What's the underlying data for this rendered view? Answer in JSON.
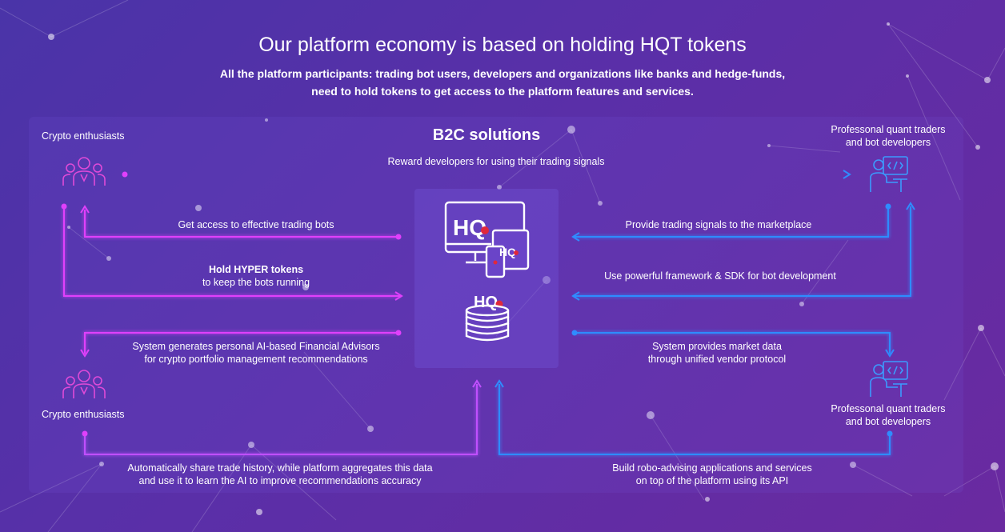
{
  "header": {
    "title": "Our platform economy is based on holding HQT tokens",
    "subtitle_line1": "All the platform participants: trading bot users, developers and organizations like banks and hedge-funds,",
    "subtitle_line2": "need to hold tokens to get access to the platform features and services."
  },
  "diagram": {
    "title": "B2C solutions",
    "roles": {
      "top_left": "Crypto enthusiasts",
      "bottom_left": "Crypto enthusiasts",
      "top_right_line1": "Professonal quant traders",
      "top_right_line2": "and bot developers",
      "bottom_right_line1": "Professonal quant traders",
      "bottom_right_line2": "and bot developers"
    },
    "flows": {
      "reward": "Reward developers for using their trading signals",
      "access": "Get access to effective trading bots",
      "hold_line1": "Hold HYPER tokens",
      "hold_line2": "to keep the bots running",
      "advisors_line1": "System generates personal AI-based Financial Advisors",
      "advisors_line2": "for crypto portfolio management recommendations",
      "signals": "Provide trading signals to the marketplace",
      "framework": "Use powerful framework & SDK for bot development",
      "market_line1": "System provides market data",
      "market_line2": "through unified vendor protocol",
      "share_line1": "Automatically share trade history, while platform aggregates this data",
      "share_line2": "and use it to learn the AI to improve recommendations accuracy",
      "robo_line1": "Build robo-advising applications and services",
      "robo_line2": "on top of the platform using its API"
    },
    "logo_text": "HQ",
    "icons": {
      "people": "users-group-icon",
      "developer": "developer-at-computer-icon",
      "devices": "devices-icon",
      "tokens": "coin-stack-icon"
    },
    "colors": {
      "magenta": "#e040fb",
      "blue": "#2f8cff",
      "violet": "#9c5cff",
      "logo_red": "#e0283c"
    }
  }
}
